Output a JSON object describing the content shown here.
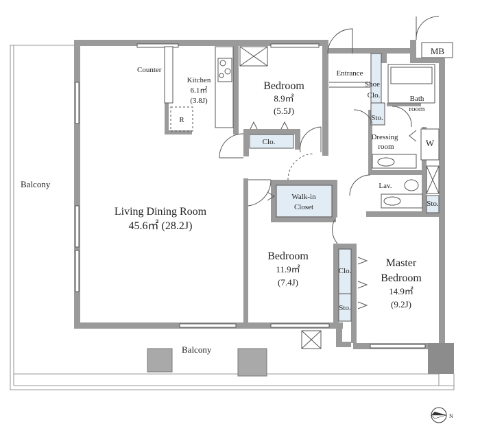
{
  "rooms": {
    "balcony_left": "Balcony",
    "balcony_bottom": "Balcony",
    "living": {
      "name": "Living Dining Room",
      "area": "45.6㎡ (28.2J)"
    },
    "counter": "Counter",
    "kitchen": {
      "name": "Kitchen",
      "area": "6.1㎡",
      "jou": "(3.8J)"
    },
    "fridge": "R",
    "bedroom1": {
      "name": "Bedroom",
      "area": "8.9㎡",
      "jou": "(5.5J)"
    },
    "bedroom1_closet": "Clo.",
    "entrance": "Entrance",
    "shoe_closet": {
      "line1": "Shoe",
      "line2": "Clo."
    },
    "storage_entrance": "Sto.",
    "bathroom": {
      "line1": "Bath",
      "line2": "room"
    },
    "meter_box": "MB",
    "dressing": {
      "line1": "Dressing",
      "line2": "room"
    },
    "washer": "W",
    "lavatory": "Lav.",
    "storage_lav": "Sto.",
    "walkin": {
      "line1": "Walk-in",
      "line2": "Closet"
    },
    "bedroom2": {
      "name": "Bedroom",
      "area": "11.9㎡",
      "jou": "(7.4J)"
    },
    "bedroom2_closet": "Clo.",
    "bedroom2_storage": "Sto.",
    "master": {
      "line1": "Master",
      "line2": "Bedroom",
      "area": "14.9㎡",
      "jou": "(9.2J)"
    }
  },
  "compass": {
    "label": "N",
    "icon": "north-arrow-icon"
  },
  "colors": {
    "wall": "#9a9a9a",
    "closet_fill": "#e2ecf5",
    "pillar": "#a9a9a9"
  }
}
